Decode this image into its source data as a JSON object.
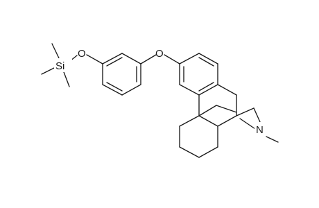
{
  "structure": {
    "atoms": {
      "silicon": "Si",
      "ether_oxygen_left": "O",
      "ether_oxygen_right": "O",
      "amine_nitrogen": "N"
    }
  }
}
